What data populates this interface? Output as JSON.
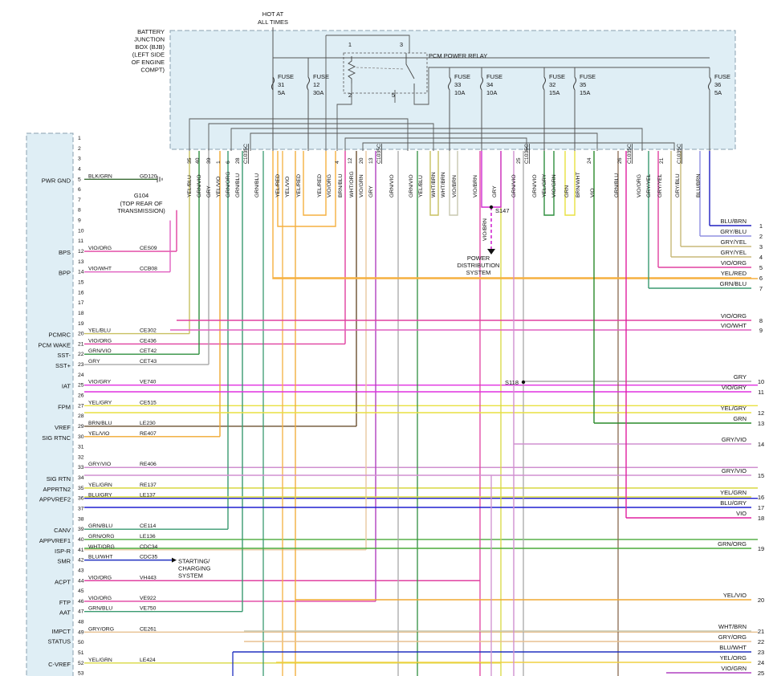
{
  "colors": {
    "BLK/GRN": "#3a6b35",
    "YEL/BLU": "#c8c060",
    "GRN/VIO": "#2f8f3f",
    "GRY": "#a8a8a8",
    "YEL/VIO": "#f0a830",
    "GRN/BLU": "#3a9a70",
    "GRN/ORG": "#4aaa3a",
    "VIO/ORG": "#e040a0",
    "VIO/WHT": "#e060c0",
    "YEL/RED": "#f5b040",
    "BRN/BLU": "#6b5030",
    "WHT/ORG": "#e8c8a0",
    "VIO/GRN": "#b040c0",
    "VIO/GRY": "#e030e0",
    "YEL/GRY": "#e8e040",
    "WHT/BRN": "#c8c8b0",
    "VIO/BRN": "#d02ad0",
    "GRN": "#2a8a2a",
    "BRN/WHT": "#8a6a50",
    "VIO": "#e020a0",
    "GRY/YEL": "#c8b878",
    "GRY/BLU": "#9090e0",
    "BLU/BRN": "#2020c0",
    "GRY/VIO": "#d090d0",
    "YEL/GRN": "#d8d840",
    "BLU/GRY": "#2020d0",
    "BLU/WHT": "#2030c0",
    "VIO/WHT2": "#e060c0",
    "GRY/ORG": "#e8c090",
    "YEL/ORG": "#f0d040",
    "box": "#dfeef5",
    "boxline": "#8aa0b0"
  },
  "header": {
    "hot_label": "HOT AT",
    "hot_label2": "ALL TIMES"
  },
  "bjb": {
    "lines": [
      "BATTERY",
      "JUNCTION",
      "BOX (BJB)",
      "(LEFT SIDE",
      "OF ENGINE",
      "COMPT)"
    ]
  },
  "relay": {
    "label": "PCM POWER RELAY",
    "pins": [
      "1",
      "2",
      "3",
      "5"
    ]
  },
  "fuses": [
    {
      "name": "FUSE",
      "num": "31",
      "amp": "5A"
    },
    {
      "name": "FUSE",
      "num": "12",
      "amp": "30A"
    },
    {
      "name": "FUSE",
      "num": "33",
      "amp": "10A"
    },
    {
      "name": "FUSE",
      "num": "34",
      "amp": "10A"
    },
    {
      "name": "FUSE",
      "num": "32",
      "amp": "15A"
    },
    {
      "name": "FUSE",
      "num": "35",
      "amp": "15A"
    },
    {
      "name": "FUSE",
      "num": "36",
      "amp": "5A"
    }
  ],
  "bjb_pins": [
    "35",
    "40",
    "39",
    "1",
    "6",
    "28",
    "C1035C",
    "4",
    "12",
    "20",
    "13",
    "C1035C",
    "25",
    "C1035C",
    "24",
    "26",
    "C1035C",
    "21",
    "C1035C"
  ],
  "vwires": [
    "YEL/BLU",
    "GRN/VIO",
    "GRY",
    "YEL/VIO",
    "GRN/ORG",
    "GRN/BLU",
    "GRN/BLU",
    "YEL/RED",
    "YEL/VIO",
    "YEL/RED",
    "YEL/RED",
    "VIO/ORG",
    "BRN/BLU",
    "WHT/ORG",
    "VIO/GRN",
    "GRY",
    "GRN/VIO",
    "GRN/VIO",
    "YEL/BLU",
    "WHT/BRN",
    "WHT/BRN",
    "VIO/BRN",
    "VIO/BRN",
    "GRY",
    "GRN/VIO",
    "GRN/VIO",
    "YEL/GRY",
    "VIO/GRN",
    "GRN",
    "BRN/WHT",
    "VIO",
    "GRN/BLU",
    "VIO/ORG",
    "GRY/YEL",
    "GRY/YEL",
    "GRY/BLU",
    "BLU/BRN"
  ],
  "pcm": {
    "pins": [
      "1",
      "2",
      "3",
      "4",
      "5",
      "6",
      "7",
      "8",
      "9",
      "10",
      "11",
      "12",
      "13",
      "14",
      "15",
      "16",
      "17",
      "18",
      "19",
      "20",
      "21",
      "22",
      "23",
      "24",
      "25",
      "26",
      "27",
      "28",
      "29",
      "30",
      "31",
      "32",
      "33",
      "34",
      "35",
      "36",
      "37",
      "38",
      "39",
      "40",
      "41",
      "42",
      "43",
      "44",
      "45",
      "46",
      "47",
      "48",
      "49",
      "50",
      "51",
      "52",
      "53"
    ]
  },
  "left_labels": [
    "PWR GND",
    "BPS",
    "BPP",
    "PCMRC",
    "PCM WAKE",
    "SST-",
    "SST+",
    "IAT",
    "FPM",
    "VREF",
    "SIG RTNC",
    "SIG RTN",
    "APPRTN2",
    "APPVREF2",
    "CANV",
    "APPVREF1",
    "ISP-R",
    "SMR",
    "ACPT",
    "FTP",
    "AAT",
    "IMPCT",
    "STATUS",
    "C-VREF"
  ],
  "circuits": [
    {
      "pin": "5",
      "color": "BLK/GRN",
      "code": "GD120"
    },
    {
      "pin": "12",
      "color": "VIO/ORG",
      "code": "CES09"
    },
    {
      "pin": "14",
      "color": "VIO/WHT",
      "code": "CCB08"
    },
    {
      "pin": "20",
      "color": "YEL/BLU",
      "code": "CE302"
    },
    {
      "pin": "21",
      "color": "VIO/ORG",
      "code": "CE436"
    },
    {
      "pin": "22",
      "color": "GRN/VIO",
      "code": "CET42"
    },
    {
      "pin": "23",
      "color": "GRY",
      "code": "CET43"
    },
    {
      "pin": "25",
      "color": "VIO/GRY",
      "code": "VE740"
    },
    {
      "pin": "27",
      "color": "YEL/GRY",
      "code": "CE515"
    },
    {
      "pin": "29",
      "color": "BRN/BLU",
      "code": "LE230"
    },
    {
      "pin": "30",
      "color": "YEL/VIO",
      "code": "RE407"
    },
    {
      "pin": "33",
      "color": "GRY/VIO",
      "code": "RE406"
    },
    {
      "pin": "35",
      "color": "YEL/GRN",
      "code": "RE137"
    },
    {
      "pin": "36",
      "color": "BLU/GRY",
      "code": "LE137"
    },
    {
      "pin": "39",
      "color": "GRN/BLU",
      "code": "CE114"
    },
    {
      "pin": "40",
      "color": "GRN/ORG",
      "code": "LE136"
    },
    {
      "pin": "41",
      "color": "WHT/ORG",
      "code": "CDC34"
    },
    {
      "pin": "42",
      "color": "BLU/WHT",
      "code": "CDC35"
    },
    {
      "pin": "44",
      "color": "VIO/ORG",
      "code": "VH443"
    },
    {
      "pin": "46",
      "color": "VIO/ORG",
      "code": "VE922"
    },
    {
      "pin": "47",
      "color": "GRN/BLU",
      "code": "VE750"
    },
    {
      "pin": "49",
      "color": "GRY/ORG",
      "code": "CE261"
    },
    {
      "pin": "52",
      "color": "YEL/GRN",
      "code": "LE424"
    }
  ],
  "ground": {
    "label": "G104",
    "note1": "(TOP REAR OF",
    "note2": "TRANSMISSION)"
  },
  "splices": {
    "s147": "S147",
    "s118": "S118"
  },
  "pds": {
    "lines": [
      "POWER",
      "DISTRIBUTION",
      "SYSTEM"
    ]
  },
  "starting": {
    "lines": [
      "STARTING/",
      "CHARGING",
      "SYSTEM"
    ]
  },
  "right_wires": [
    {
      "num": "1",
      "label": "BLU/BRN"
    },
    {
      "num": "2",
      "label": "GRY/BLU"
    },
    {
      "num": "3",
      "label": "GRY/YEL"
    },
    {
      "num": "4",
      "label": "GRY/YEL"
    },
    {
      "num": "5",
      "label": "VIO/ORG"
    },
    {
      "num": "6",
      "label": "YEL/RED"
    },
    {
      "num": "7",
      "label": "GRN/BLU"
    },
    {
      "num": "8",
      "label": "VIO/ORG"
    },
    {
      "num": "9",
      "label": "VIO/WHT"
    },
    {
      "num": "10",
      "label": "GRY"
    },
    {
      "num": "11",
      "label": "VIO/GRY"
    },
    {
      "num": "12",
      "label": "YEL/GRY"
    },
    {
      "num": "13",
      "label": "GRN"
    },
    {
      "num": "14",
      "label": "GRY/VIO"
    },
    {
      "num": "15",
      "label": "GRY/VIO"
    },
    {
      "num": "16",
      "label": "YEL/GRN"
    },
    {
      "num": "17",
      "label": "BLU/GRY"
    },
    {
      "num": "18",
      "label": "VIO"
    },
    {
      "num": "19",
      "label": "GRN/ORG"
    },
    {
      "num": "20",
      "label": "YEL/VIO"
    },
    {
      "num": "21",
      "label": "WHT/BRN"
    },
    {
      "num": "22",
      "label": "GRY/ORG"
    },
    {
      "num": "23",
      "label": "BLU/WHT"
    },
    {
      "num": "24",
      "label": "YEL/ORG"
    },
    {
      "num": "25",
      "label": "VIO/GRN"
    }
  ]
}
